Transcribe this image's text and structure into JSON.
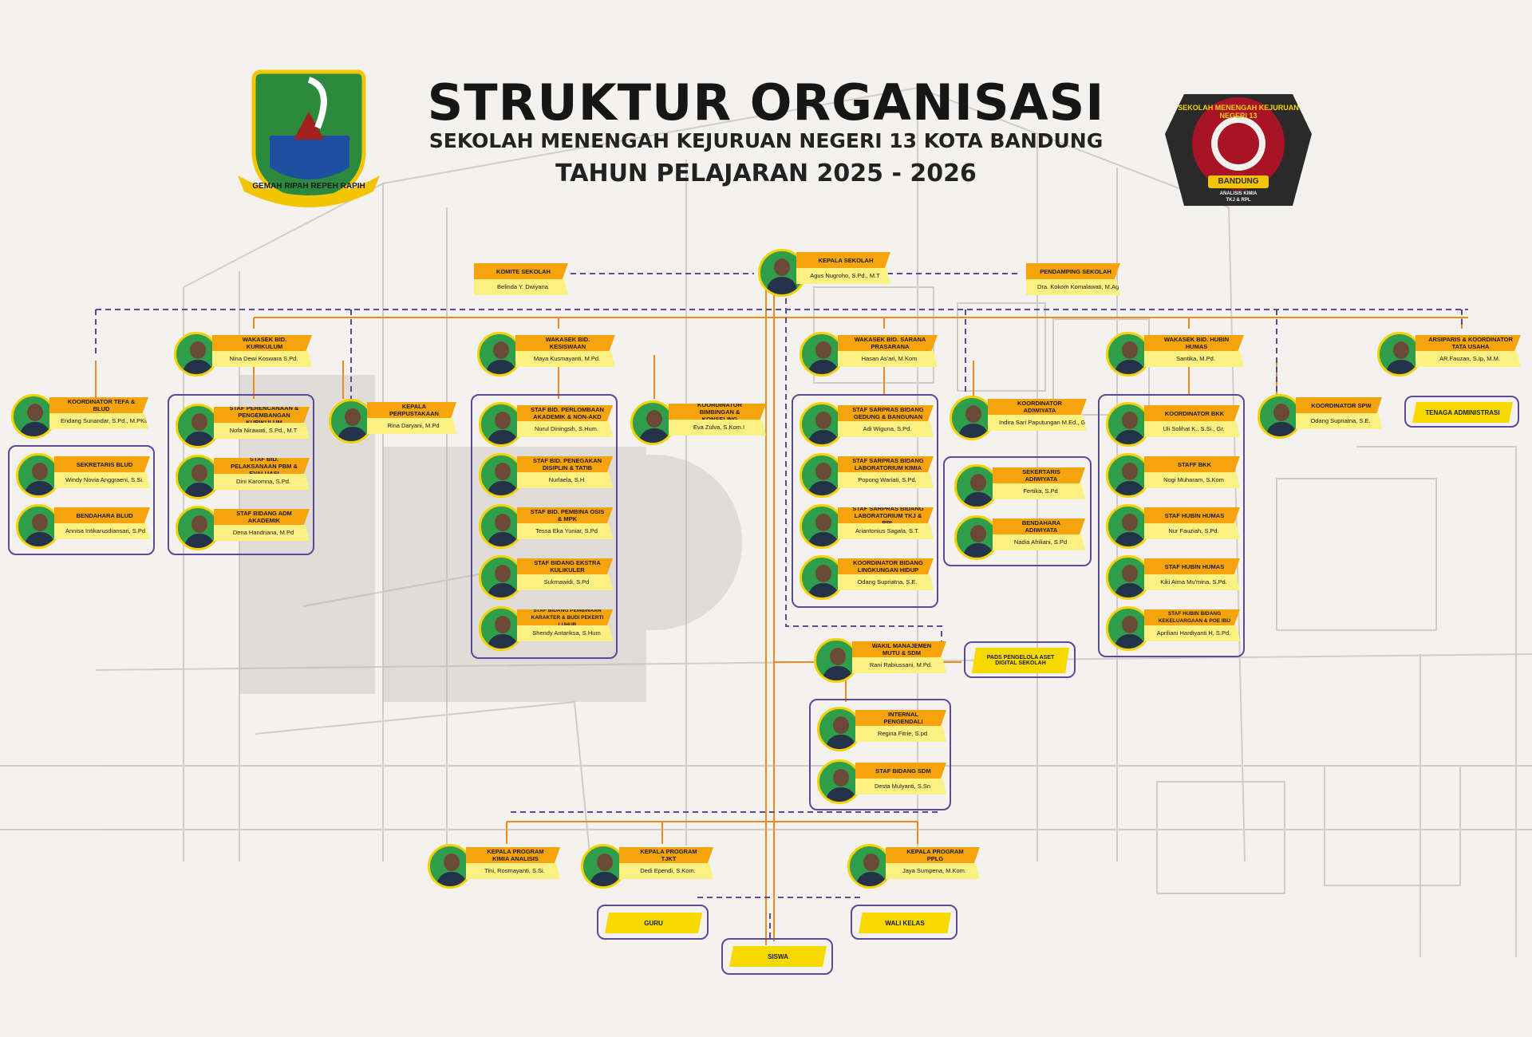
{
  "header": {
    "title": "STRUKTUR ORGANISASI",
    "subtitle": "SEKOLAH MENENGAH KEJURUAN NEGERI 13 KOTA BANDUNG",
    "year": "TAHUN PELAJARAN 2025 - 2026"
  },
  "logos": {
    "left_motto": "GEMAH RIPAH REPEH RAPIH",
    "right_ring": "SEKOLAH MENENGAH KEJURUAN NEGERI 13",
    "right_city": "BANDUNG",
    "right_fields": "ANALISIS KIMIA",
    "right_fields2": "TKJ & RPL"
  },
  "colors": {
    "role": "#f6a40b",
    "name": "#fbf182",
    "photo": "#2e9e4a",
    "ring": "#f7d000",
    "group_border": "#5b4a95",
    "solid_line": "#f08a1c",
    "dash_line": "#5b4a95"
  },
  "top": {
    "kepala": {
      "role": "KEPALA SEKOLAH",
      "name": "Agus Nugroho, S.Pd., M.T"
    },
    "komite": {
      "role": "KOMITE SEKOLAH",
      "name": "Belinda Y. Dwiyana"
    },
    "pendamping": {
      "role": "PENDAMPING SEKOLAH",
      "name": "Dra. Kokom Komalawati, M.Ag."
    }
  },
  "kurikulum": {
    "wakasek": {
      "role": "WAKASEK BID. KURIKULUM",
      "name": "Nina Dewi Koswara S.Pd."
    },
    "staff": [
      {
        "role": "STAF PERENCANAAN & PENGEMBANGAN KURIKULUM",
        "name": "Nofa Nirawati, S.Pd., M.T"
      },
      {
        "role": "STAF BID. PELAKSANAAN PBM & EVALUASI",
        "name": "Dini Karomna, S.Pd."
      },
      {
        "role": "STAF BIDANG ADM AKADEMIK",
        "name": "Dena Handriana, M.Pd"
      }
    ]
  },
  "tefa": {
    "koordinator": {
      "role": "KOORDINATOR TEFA & BLUD",
      "name": "Endang Sunandar, S.Pd., M.PKim."
    },
    "staff": [
      {
        "role": "SEKRETARIS BLUD",
        "name": "Windy Novia Anggraeni, S.Si."
      },
      {
        "role": "BENDAHARA BLUD",
        "name": "Annisa Intikarusdiansari, S.Pd"
      }
    ]
  },
  "perpustakaan": {
    "role": "KEPALA PERPUSTAKAAN",
    "name": "Rina Daryani, M.Pd"
  },
  "kesiswaan": {
    "wakasek": {
      "role": "WAKASEK BID. KESISWAAN",
      "name": "Maya Kusmayanti, M.Pd."
    },
    "staff": [
      {
        "role": "STAF BID. PERLOMBAAN AKADEMIK & NON-AKD",
        "name": "Nurul Diningsih, S.Hum."
      },
      {
        "role": "STAF BID. PENEGAKAN DISIPLIN & TATIB",
        "name": "Nurlaela, S.H"
      },
      {
        "role": "STAF BID. PEMBINA OSIS & MPK",
        "name": "Tessa Eka Yuniar, S.Pd"
      },
      {
        "role": "STAF BIDANG EKSTRA KULIKULER",
        "name": "Sukmawidi, S.Pd"
      },
      {
        "role": "STAF BIDANG PEMBINAAN KARAKTER & BUDI PEKERTI LUHUR",
        "name": "Shendy Antariksa, S.Hum"
      }
    ]
  },
  "bk": {
    "role": "KOORDINATOR BIMBINGAN & KONSELING",
    "name": "Eva Zulva, S.Kom.I"
  },
  "sarpras": {
    "wakasek": {
      "role": "WAKASEK BID. SARANA PRASARANA",
      "name": "Hasan As'ari, M.Kom"
    },
    "staff": [
      {
        "role": "STAF SARPRAS BIDANG GEDUNG & BANGUNAN",
        "name": "Adi Wiguna, S.Pd."
      },
      {
        "role": "STAF SARPRAS BIDANG LABORATORIUM KIMIA",
        "name": "Popong Wariati, S.Pd."
      },
      {
        "role": "STAF SARPRAS BIDANG LABORATORIUM TKJ & RPL",
        "name": "Ariantonius Sagala, S.T."
      },
      {
        "role": "KOORDINATOR BIDANG LINGKUNGAN HIDUP",
        "name": "Odang Supriatna, S.E."
      }
    ]
  },
  "adiwiyata": {
    "koordinator": {
      "role": "KOORDINATOR ADIWIYATA",
      "name": "Indira Sari Paputungan M.Ed., Gr."
    },
    "staff": [
      {
        "role": "SEKERTARIS ADIWIYATA",
        "name": "Fertika, S.Pd"
      },
      {
        "role": "BENDAHARA ADIWIYATA",
        "name": "Nadia Afriliani, S.Pd"
      }
    ]
  },
  "humas": {
    "wakasek": {
      "role": "WAKASEK BID. HUBIN HUMAS",
      "name": "Santika, M.Pd."
    },
    "staff": [
      {
        "role": "KOORDINATOR BKK",
        "name": "Uli Solihat K., S.Si., Gr."
      },
      {
        "role": "STAFF BKK",
        "name": "Nogi Muharam, S.Kom"
      },
      {
        "role": "STAF HUBIN HUMAS",
        "name": "Nur Fauziah, S.Pd."
      },
      {
        "role": "STAF HUBIN HUMAS",
        "name": "Kiki Aima Mu'mina, S.Pd."
      },
      {
        "role": "STAF HUBIN BIDANG KEKELUARGAAN & POE IBU",
        "name": "Apriliani Hardiyanti H, S.Pd."
      }
    ]
  },
  "spw": {
    "role": "KOORDINATOR SPW",
    "name": "Odang Supriatna, S.E."
  },
  "tu": {
    "koordinator": {
      "role": "ARSIPARIS & KOORDINATOR TATA USAHA",
      "name": "AR.Fauzan, S.Ip, M.M."
    },
    "staff_label": "TENAGA ADMINISTRASI"
  },
  "mutu": {
    "wakil": {
      "role": "WAKIL MANAJEMEN MUTU & SDM",
      "name": "Rani Rabiussani, M.Pd."
    },
    "pads": "PADS PENGELOLA ASET DIGITAL SEKOLAH",
    "staff": [
      {
        "role": "STAF AUDIT MUTU INTERNAL PENGENDALI DOKUMEN",
        "name": "Regina Fitrie, S.pd"
      },
      {
        "role": "STAF BIDANG SDM",
        "name": "Desta Mulyanti, S.Sn"
      }
    ]
  },
  "program": [
    {
      "role": "KEPALA PROGRAM KIMIA ANALISIS",
      "name": "Tini, Rosmayanti, S.Si."
    },
    {
      "role": "KEPALA PROGRAM TJKT",
      "name": "Dedi Ependi, S.Kom."
    },
    {
      "role": "KEPALA PROGRAM PPLG",
      "name": "Jaya Sumpena, M.Kom."
    }
  ],
  "bottom": {
    "guru": "GURU",
    "wali": "WALI KELAS",
    "siswa": "SISWA"
  }
}
